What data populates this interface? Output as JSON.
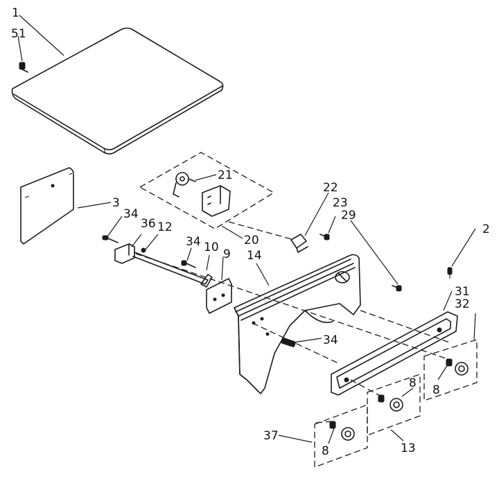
{
  "callouts": [
    {
      "key": "c1",
      "text": "1"
    },
    {
      "key": "c51",
      "text": "51"
    },
    {
      "key": "c21",
      "text": "21"
    },
    {
      "key": "c3",
      "text": "3"
    },
    {
      "key": "c34a",
      "text": "34"
    },
    {
      "key": "c36",
      "text": "36"
    },
    {
      "key": "c12",
      "text": "12"
    },
    {
      "key": "c20",
      "text": "20"
    },
    {
      "key": "c22",
      "text": "22"
    },
    {
      "key": "c23",
      "text": "23"
    },
    {
      "key": "c29",
      "text": "29"
    },
    {
      "key": "c34b",
      "text": "34"
    },
    {
      "key": "c10",
      "text": "10"
    },
    {
      "key": "c9",
      "text": "9"
    },
    {
      "key": "c14",
      "text": "14"
    },
    {
      "key": "c2",
      "text": "2"
    },
    {
      "key": "c31",
      "text": "31"
    },
    {
      "key": "c32",
      "text": "32"
    },
    {
      "key": "c34c",
      "text": "34"
    },
    {
      "key": "c8a",
      "text": "8"
    },
    {
      "key": "c8b",
      "text": "8"
    },
    {
      "key": "c37",
      "text": "37"
    },
    {
      "key": "c8c",
      "text": "8"
    },
    {
      "key": "c13",
      "text": "13"
    }
  ]
}
